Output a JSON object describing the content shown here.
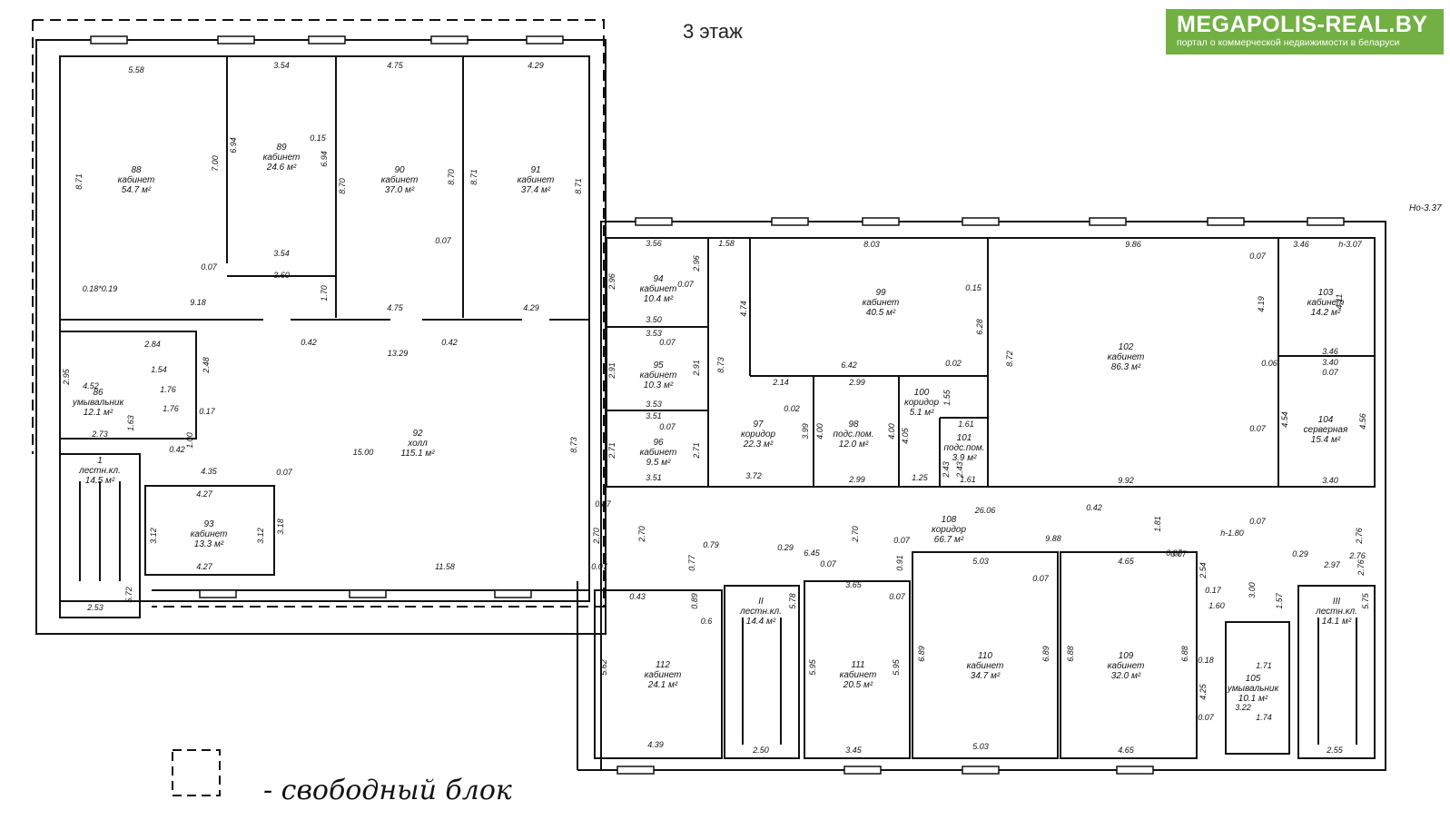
{
  "floor_title": "3 этаж",
  "logo": {
    "name": "MEGAPOLIS-REAL.BY",
    "tagline": "портал о коммерческой недвижимости в беларуси",
    "color": "#72b043"
  },
  "legend": {
    "text": "- свободный блок"
  },
  "corner_note": "Hо-3.37",
  "rooms": [
    {
      "id": "room-88",
      "num": "88",
      "type": "кабинет",
      "area": "54.7 м²"
    },
    {
      "id": "room-89",
      "num": "89",
      "type": "кабинет",
      "area": "24.6 м²"
    },
    {
      "id": "room-90",
      "num": "90",
      "type": "кабинет",
      "area": "37.0 м²"
    },
    {
      "id": "room-91",
      "num": "91",
      "type": "кабинет",
      "area": "37.4 м²"
    },
    {
      "id": "room-92",
      "num": "92",
      "type": "холл",
      "area": "115.1 м²"
    },
    {
      "id": "room-93",
      "num": "93",
      "type": "кабинет",
      "area": "13.3 м²"
    },
    {
      "id": "room-94",
      "num": "94",
      "type": "кабинет",
      "area": "10.4 м²"
    },
    {
      "id": "room-95",
      "num": "95",
      "type": "кабинет",
      "area": "10.3 м²"
    },
    {
      "id": "room-96",
      "num": "96",
      "type": "кабинет",
      "area": "9.5 м²"
    },
    {
      "id": "room-97",
      "num": "97",
      "type": "коридор",
      "area": "22.3 м²"
    },
    {
      "id": "room-98",
      "num": "98",
      "type": "подс.пом.",
      "area": "12.0 м²"
    },
    {
      "id": "room-99",
      "num": "99",
      "type": "кабинет",
      "area": "40.5 м²"
    },
    {
      "id": "room-100",
      "num": "100",
      "type": "коридор",
      "area": "5.1 м²"
    },
    {
      "id": "room-101",
      "num": "101",
      "type": "подс.пом.",
      "area": "3.9 м²"
    },
    {
      "id": "room-102",
      "num": "102",
      "type": "кабинет",
      "area": "86.3 м²"
    },
    {
      "id": "room-103",
      "num": "103",
      "type": "кабинет",
      "area": "14.2 м²"
    },
    {
      "id": "room-104",
      "num": "104",
      "type": "серверная",
      "area": "15.4 м²"
    },
    {
      "id": "room-105",
      "num": "105",
      "type": "умывальник",
      "area": "10.1 м²"
    },
    {
      "id": "room-108",
      "num": "108",
      "type": "коридор",
      "area": "66.7 м²"
    },
    {
      "id": "room-109",
      "num": "109",
      "type": "кабинет",
      "area": "32.0 м²"
    },
    {
      "id": "room-110",
      "num": "110",
      "type": "кабинет",
      "area": "34.7 м²"
    },
    {
      "id": "room-111",
      "num": "111",
      "type": "кабинет",
      "area": "20.5 м²"
    },
    {
      "id": "room-112",
      "num": "112",
      "type": "кабинет",
      "area": "24.1 м²"
    },
    {
      "id": "room-1",
      "num": "1",
      "type": "лестн.кл.",
      "area": "14.5 м²"
    },
    {
      "id": "room-2",
      "num": "II",
      "type": "лестн.кл.",
      "area": "14.4 м²"
    },
    {
      "id": "room-3",
      "num": "III",
      "type": "лестн.кл.",
      "area": "14.1 м²"
    },
    {
      "id": "room-86",
      "num": "86",
      "type": "умывальник",
      "area": "12.1 м²"
    }
  ],
  "dimensions": [
    {
      "id": "d1",
      "text": "5.58"
    },
    {
      "id": "d2",
      "text": "3.54"
    },
    {
      "id": "d3",
      "text": "4.75"
    },
    {
      "id": "d4",
      "text": "4.29"
    },
    {
      "id": "d5",
      "text": "8.71"
    },
    {
      "id": "d6",
      "text": "7.00"
    },
    {
      "id": "d7",
      "text": "6.94"
    },
    {
      "id": "d8",
      "text": "0.15"
    },
    {
      "id": "d9",
      "text": "6.94"
    },
    {
      "id": "d10",
      "text": "8.70"
    },
    {
      "id": "d11",
      "text": "8.70"
    },
    {
      "id": "d12",
      "text": "8.71"
    },
    {
      "id": "d13",
      "text": "8.71"
    },
    {
      "id": "d14",
      "text": "0.07"
    },
    {
      "id": "d15",
      "text": "3.54"
    },
    {
      "id": "d16",
      "text": "3.60"
    },
    {
      "id": "d17",
      "text": "0.07"
    },
    {
      "id": "d18",
      "text": "1.70"
    },
    {
      "id": "d19",
      "text": "0.18*0.19"
    },
    {
      "id": "d20",
      "text": "9.18"
    },
    {
      "id": "d21",
      "text": "4.75"
    },
    {
      "id": "d22",
      "text": "4.29"
    },
    {
      "id": "d23",
      "text": "0.42"
    },
    {
      "id": "d24",
      "text": "0.42"
    },
    {
      "id": "d25",
      "text": "13.29"
    },
    {
      "id": "d26",
      "text": "15.00"
    },
    {
      "id": "d27",
      "text": "8.73"
    },
    {
      "id": "d28",
      "text": "4.35"
    },
    {
      "id": "d29",
      "text": "0.07"
    },
    {
      "id": "d30",
      "text": "4.27"
    },
    {
      "id": "d31",
      "text": "3.12"
    },
    {
      "id": "d32",
      "text": "3.12"
    },
    {
      "id": "d33",
      "text": "3.18"
    },
    {
      "id": "d34",
      "text": "4.27"
    },
    {
      "id": "d35",
      "text": "11.58"
    },
    {
      "id": "d36",
      "text": "2.53"
    },
    {
      "id": "d37",
      "text": "5.72"
    },
    {
      "id": "d38",
      "text": "0.42"
    },
    {
      "id": "d39",
      "text": "1.00"
    },
    {
      "id": "d40",
      "text": "2.73"
    },
    {
      "id": "d41",
      "text": "4.52"
    },
    {
      "id": "d42",
      "text": "1.76"
    },
    {
      "id": "d43",
      "text": "1.76"
    },
    {
      "id": "d44",
      "text": "0.17"
    },
    {
      "id": "d45",
      "text": "2.84"
    },
    {
      "id": "d46",
      "text": "1.54"
    },
    {
      "id": "d47",
      "text": "2.95"
    },
    {
      "id": "d48",
      "text": "2.48"
    },
    {
      "id": "d49",
      "text": "1.63"
    },
    {
      "id": "d50",
      "text": "3.56"
    },
    {
      "id": "d51",
      "text": "1.58"
    },
    {
      "id": "d52",
      "text": "2.96"
    },
    {
      "id": "d53",
      "text": "2.96"
    },
    {
      "id": "d54",
      "text": "0.07"
    },
    {
      "id": "d55",
      "text": "3.50"
    },
    {
      "id": "d56",
      "text": "3.53"
    },
    {
      "id": "d57",
      "text": "0.07"
    },
    {
      "id": "d58",
      "text": "2.91"
    },
    {
      "id": "d59",
      "text": "2.91"
    },
    {
      "id": "d60",
      "text": "3.53"
    },
    {
      "id": "d61",
      "text": "3.51"
    },
    {
      "id": "d62",
      "text": "0.07"
    },
    {
      "id": "d63",
      "text": "2.71"
    },
    {
      "id": "d64",
      "text": "2.71"
    },
    {
      "id": "d65",
      "text": "3.51"
    },
    {
      "id": "d66",
      "text": "4.74"
    },
    {
      "id": "d67",
      "text": "8.73"
    },
    {
      "id": "d68",
      "text": "3.72"
    },
    {
      "id": "d69",
      "text": "8.03"
    },
    {
      "id": "d70",
      "text": "0.15"
    },
    {
      "id": "d71",
      "text": "6.28"
    },
    {
      "id": "d72",
      "text": "2.14"
    },
    {
      "id": "d73",
      "text": "6.42"
    },
    {
      "id": "d74",
      "text": "0.02"
    },
    {
      "id": "d75",
      "text": "2.99"
    },
    {
      "id": "d76",
      "text": "0.02"
    },
    {
      "id": "d77",
      "text": "3.99"
    },
    {
      "id": "d78",
      "text": "4.00"
    },
    {
      "id": "d79",
      "text": "4.00"
    },
    {
      "id": "d80",
      "text": "4.05"
    },
    {
      "id": "d81",
      "text": "1.55"
    },
    {
      "id": "d82",
      "text": "1.61"
    },
    {
      "id": "d83",
      "text": "2.43"
    },
    {
      "id": "d84",
      "text": "2.43"
    },
    {
      "id": "d85",
      "text": "2.99"
    },
    {
      "id": "d86",
      "text": "1.25"
    },
    {
      "id": "d87",
      "text": "1.61"
    },
    {
      "id": "d88",
      "text": "9.86"
    },
    {
      "id": "d89",
      "text": "8.72"
    },
    {
      "id": "d90",
      "text": "0.07"
    },
    {
      "id": "d91",
      "text": "3.46"
    },
    {
      "id": "d92",
      "text": "h-3.07"
    },
    {
      "id": "d93",
      "text": "4.19"
    },
    {
      "id": "d94",
      "text": "4.11"
    },
    {
      "id": "d95",
      "text": "3.46"
    },
    {
      "id": "d96",
      "text": "3.40"
    },
    {
      "id": "d97",
      "text": "0.06"
    },
    {
      "id": "d98",
      "text": "0.07"
    },
    {
      "id": "d99",
      "text": "0.07"
    },
    {
      "id": "d100",
      "text": "4.54"
    },
    {
      "id": "d101",
      "text": "4.56"
    },
    {
      "id": "d102",
      "text": "9.92"
    },
    {
      "id": "d103",
      "text": "3.40"
    },
    {
      "id": "d104",
      "text": "0.87"
    },
    {
      "id": "d105",
      "text": "26.06"
    },
    {
      "id": "d106",
      "text": "0.42"
    },
    {
      "id": "d107",
      "text": "2.70"
    },
    {
      "id": "d108",
      "text": "2.70"
    },
    {
      "id": "d109",
      "text": "2.70"
    },
    {
      "id": "d110",
      "text": "0.07"
    },
    {
      "id": "d111",
      "text": "0.07"
    },
    {
      "id": "d112",
      "text": "9.88"
    },
    {
      "id": "d113",
      "text": "1.81"
    },
    {
      "id": "d114",
      "text": "0.07"
    },
    {
      "id": "d115",
      "text": "h-1.80"
    },
    {
      "id": "d116",
      "text": "2.76"
    },
    {
      "id": "d117",
      "text": "0.79"
    },
    {
      "id": "d118",
      "text": "0.77"
    },
    {
      "id": "d119",
      "text": "0.29"
    },
    {
      "id": "d120",
      "text": "6.45"
    },
    {
      "id": "d121",
      "text": "0.07"
    },
    {
      "id": "d122",
      "text": "3.65"
    },
    {
      "id": "d123",
      "text": "0.07"
    },
    {
      "id": "d124",
      "text": "0.91"
    },
    {
      "id": "d125",
      "text": "5.03"
    },
    {
      "id": "d126",
      "text": "0.07"
    },
    {
      "id": "d127",
      "text": "4.65"
    },
    {
      "id": "d128",
      "text": "0.07"
    },
    {
      "id": "d129",
      "text": "2.54"
    },
    {
      "id": "d130",
      "text": "0.17"
    },
    {
      "id": "d131",
      "text": "1.60"
    },
    {
      "id": "d132",
      "text": "3.00"
    },
    {
      "id": "d133",
      "text": "0.29"
    },
    {
      "id": "d134",
      "text": "2.97"
    },
    {
      "id": "d135",
      "text": "2.76"
    },
    {
      "id": "d136",
      "text": "0.43"
    },
    {
      "id": "d137",
      "text": "0.89"
    },
    {
      "id": "d138",
      "text": "0.6"
    },
    {
      "id": "d139",
      "text": "5.78"
    },
    {
      "id": "d140",
      "text": "5.62"
    },
    {
      "id": "d141",
      "text": "5.95"
    },
    {
      "id": "d142",
      "text": "5.95"
    },
    {
      "id": "d143",
      "text": "6.89"
    },
    {
      "id": "d144",
      "text": "6.89"
    },
    {
      "id": "d145",
      "text": "6.88"
    },
    {
      "id": "d146",
      "text": "6.88"
    },
    {
      "id": "d147",
      "text": "4.25"
    },
    {
      "id": "d148",
      "text": "1.57"
    },
    {
      "id": "d149",
      "text": "5.75"
    },
    {
      "id": "d150",
      "text": "4.39"
    },
    {
      "id": "d151",
      "text": "2.50"
    },
    {
      "id": "d152",
      "text": "3.45"
    },
    {
      "id": "d153",
      "text": "5.03"
    },
    {
      "id": "d154",
      "text": "4.65"
    },
    {
      "id": "d155",
      "text": "2.55"
    },
    {
      "id": "d156",
      "text": "3.22"
    },
    {
      "id": "d157",
      "text": "1.74"
    },
    {
      "id": "d158",
      "text": "1.71"
    },
    {
      "id": "d159",
      "text": "0.18"
    },
    {
      "id": "d160",
      "text": "0.07"
    },
    {
      "id": "d161",
      "text": "2.76"
    },
    {
      "id": "d162",
      "text": "0.07"
    }
  ]
}
